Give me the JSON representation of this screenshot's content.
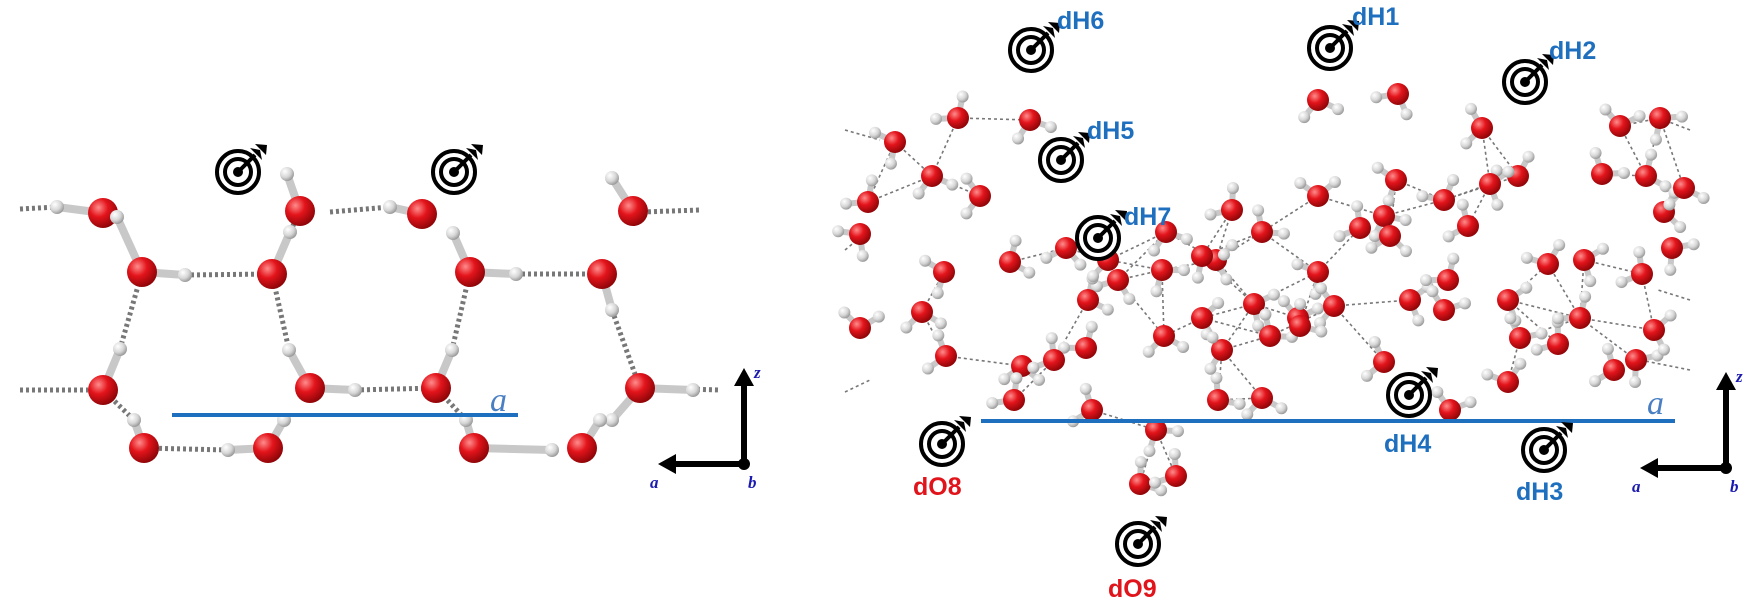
{
  "colors": {
    "oxygen": "#e0141a",
    "hydrogen": "#d8d8d8",
    "hbond": "#7a7a7a",
    "a_axis_line": "#1f6fbf",
    "label_blue": "#1f6fbf",
    "label_red": "#e0141a",
    "axis_letters": "#1a1ab0"
  },
  "icons": {
    "target": "target-icon"
  },
  "left_panel": {
    "a_label": "a",
    "axes": {
      "vertical": "z",
      "horizontal": "a",
      "origin": "b"
    }
  },
  "right_panel": {
    "a_label": "a",
    "axes": {
      "vertical": "z",
      "horizontal": "a",
      "origin": "b"
    },
    "labels": {
      "dH1": "dH1",
      "dH2": "dH2",
      "dH3": "dH3",
      "dH4": "dH4",
      "dH5": "dH5",
      "dH6": "dH6",
      "dH7": "dH7",
      "dO8": "dO8",
      "dO9": "dO9"
    }
  }
}
